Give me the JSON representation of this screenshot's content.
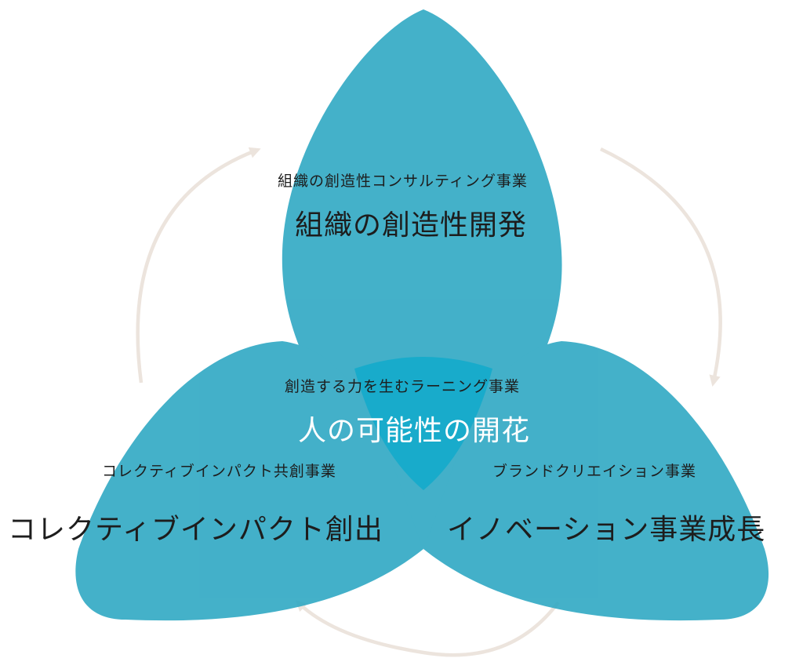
{
  "petals": {
    "top": {
      "subtitle": "組織の創造性コンサルティング事業",
      "title": "組織の創造性開発"
    },
    "left": {
      "subtitle": "コレクティブインパクト共創事業",
      "title": "コレクティブインパクト創出"
    },
    "right": {
      "subtitle": "ブランドクリエイション事業",
      "title": "イノベーション事業成長"
    },
    "center": {
      "subtitle": "創造する力を生むラーニング事業",
      "title": "人の可能性の開花"
    }
  },
  "colors": {
    "petal": "#2aa6c2",
    "overlap": "#0aa9cb",
    "arrow": "#ece4dd",
    "text": "#1d1d1d",
    "center_text": "#ffffff"
  }
}
